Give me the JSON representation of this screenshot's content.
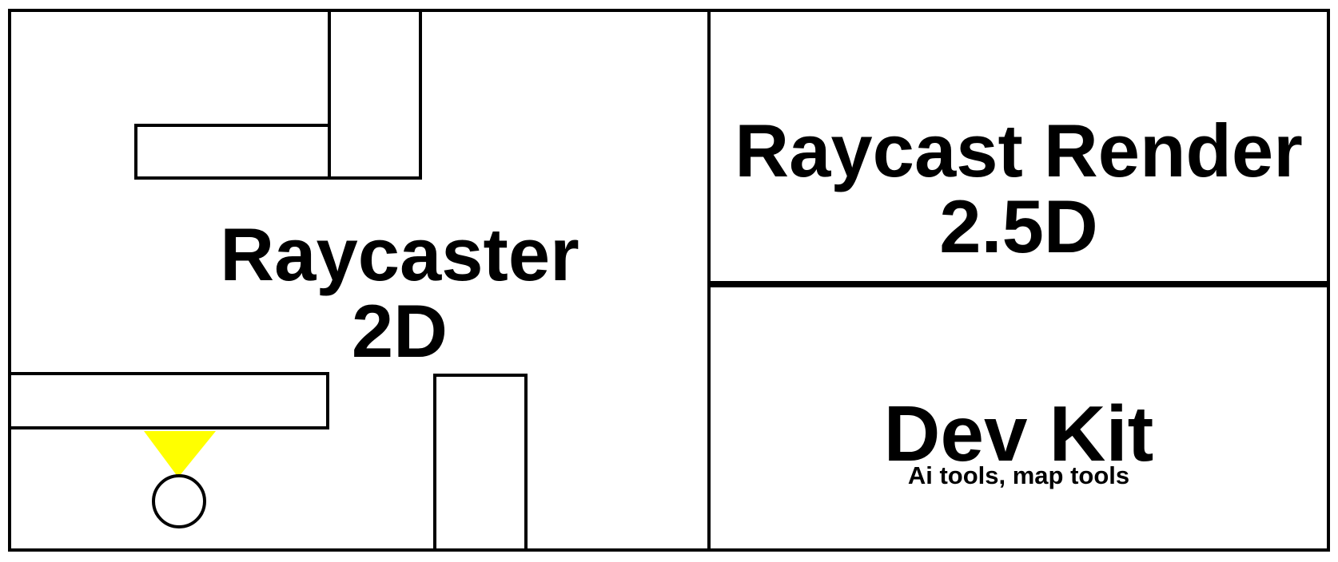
{
  "panels": {
    "raycaster_2d": {
      "title_line1": "Raycaster",
      "title_line2": "2D"
    },
    "raycast_render": {
      "title_line1": "Raycast Render",
      "title_line2": "2.5D"
    },
    "dev_kit": {
      "title": "Dev Kit",
      "subtitle": "Ai tools, map tools"
    }
  },
  "colors": {
    "outline": "#000000",
    "background": "#ffffff",
    "view_cone": "#ffff00"
  }
}
